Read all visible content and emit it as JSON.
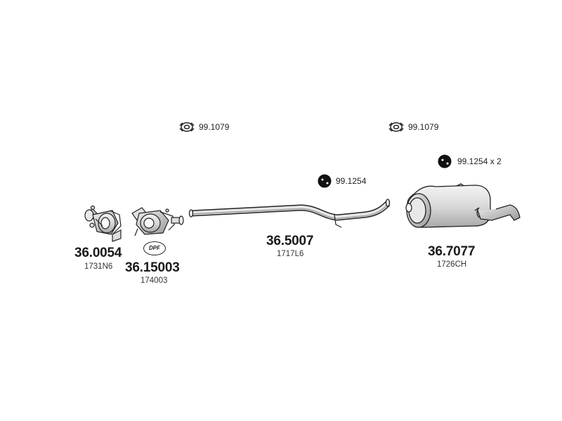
{
  "parts": [
    {
      "part_no": "36.0054",
      "ref": "1731N6",
      "icon": "catalytic-converter-icon"
    },
    {
      "part_no": "36.15003",
      "ref": "174003",
      "badge": "DPF",
      "icon": "dpf-filter-icon"
    },
    {
      "part_no": "36.5007",
      "ref": "1717L6",
      "icon": "intermediate-pipe-icon"
    },
    {
      "part_no": "36.7077",
      "ref": "1726CH",
      "icon": "rear-silencer-icon"
    }
  ],
  "accessories": [
    {
      "label": "99.1079",
      "icon": "gasket-clamp-icon"
    },
    {
      "label": "99.1079",
      "icon": "gasket-clamp-icon"
    },
    {
      "label": "99.1254",
      "icon": "rubber-mount-icon"
    },
    {
      "label": "99.1254 x 2",
      "icon": "rubber-mount-icon"
    }
  ]
}
